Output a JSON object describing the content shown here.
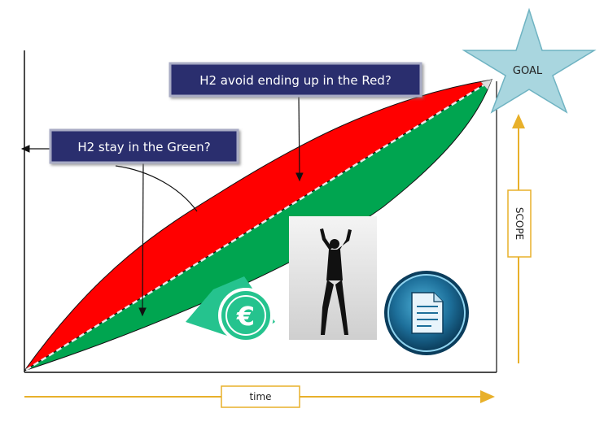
{
  "callouts": {
    "red": "H2 avoid ending up in the Red?",
    "green": "H2 stay in the Green?"
  },
  "goal": {
    "label": "GOAL"
  },
  "axes": {
    "x_label": "time",
    "y_label": "SCOPE"
  },
  "colors": {
    "red_region": "#ff0000",
    "green_region": "#00a550",
    "callout_fill": "#2b2f6e",
    "axis_arrow": "#e8b02a",
    "goal_star": "#a9d6df",
    "euro_icon": "#25c38e",
    "document_icon": "#1d6f9a"
  },
  "icons": {
    "euro": "euro-icon",
    "person": "celebrating-person-image",
    "document": "document-icon"
  }
}
